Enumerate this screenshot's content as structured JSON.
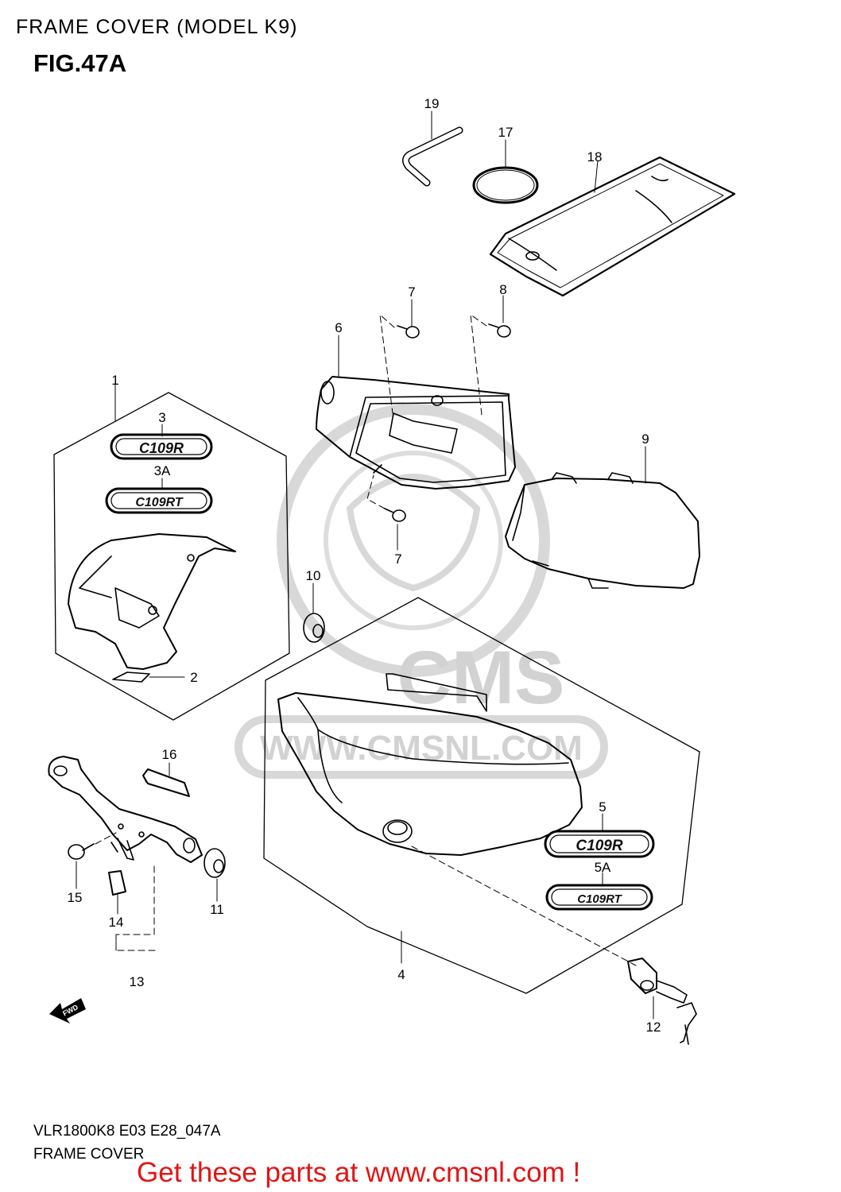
{
  "header": {
    "title": "FRAME COVER (MODEL K9)",
    "figure": "FIG.47A"
  },
  "callouts": [
    "19",
    "17",
    "18",
    "7",
    "8",
    "6",
    "1",
    "3",
    "3A",
    "9",
    "7",
    "10",
    "2",
    "16",
    "5",
    "5A",
    "15",
    "11",
    "14",
    "4",
    "13",
    "12"
  ],
  "emblems": {
    "c109r": "C109R",
    "c109rt": "C109RT"
  },
  "fwd_arrow": "FWD",
  "watermark": {
    "brand": "CMS",
    "url": "WWW.CMSNL.COM"
  },
  "footer": {
    "model_code": "VLR1800K8 E03 E28_047A",
    "diagram_name": "FRAME COVER",
    "promo": "Get these parts at www.cmsnl.com !"
  },
  "colors": {
    "promo": "#e31414",
    "line": "#000000",
    "watermark": "#d2d2d2"
  }
}
